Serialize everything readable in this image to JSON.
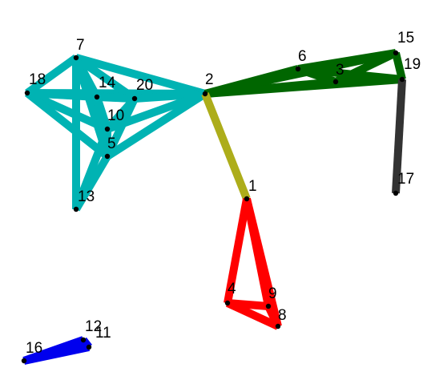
{
  "colors": {
    "background": "#ffffff",
    "node": "#000000",
    "cyan": "#00b3b3",
    "green": "#006600",
    "olive": "#adad1a",
    "red": "#ff0000",
    "dark": "#333333",
    "blue": "#0000ee"
  },
  "nodes": [
    {
      "id": "1",
      "label": "1"
    },
    {
      "id": "2",
      "label": "2"
    },
    {
      "id": "3",
      "label": "3"
    },
    {
      "id": "4",
      "label": "4"
    },
    {
      "id": "5",
      "label": "5"
    },
    {
      "id": "6",
      "label": "6"
    },
    {
      "id": "7",
      "label": "7"
    },
    {
      "id": "8",
      "label": "8"
    },
    {
      "id": "9",
      "label": "9"
    },
    {
      "id": "10",
      "label": "10"
    },
    {
      "id": "11",
      "label": "11"
    },
    {
      "id": "12",
      "label": "12"
    },
    {
      "id": "13",
      "label": "13"
    },
    {
      "id": "14",
      "label": "14"
    },
    {
      "id": "15",
      "label": "15"
    },
    {
      "id": "16",
      "label": "16"
    },
    {
      "id": "17",
      "label": "17"
    },
    {
      "id": "18",
      "label": "18"
    },
    {
      "id": "19",
      "label": "19"
    },
    {
      "id": "20",
      "label": "20"
    }
  ],
  "edges": [
    {
      "from": "7",
      "to": "2",
      "color": "cyan"
    },
    {
      "from": "18",
      "to": "2",
      "color": "cyan"
    },
    {
      "from": "14",
      "to": "2",
      "color": "cyan"
    },
    {
      "from": "20",
      "to": "2",
      "color": "cyan"
    },
    {
      "from": "10",
      "to": "2",
      "color": "cyan"
    },
    {
      "from": "5",
      "to": "2",
      "color": "cyan"
    },
    {
      "from": "7",
      "to": "18",
      "color": "cyan"
    },
    {
      "from": "7",
      "to": "14",
      "color": "cyan"
    },
    {
      "from": "7",
      "to": "20",
      "color": "cyan"
    },
    {
      "from": "7",
      "to": "10",
      "color": "cyan"
    },
    {
      "from": "7",
      "to": "5",
      "color": "cyan"
    },
    {
      "from": "7",
      "to": "13",
      "color": "cyan"
    },
    {
      "from": "18",
      "to": "14",
      "color": "cyan"
    },
    {
      "from": "18",
      "to": "10",
      "color": "cyan"
    },
    {
      "from": "18",
      "to": "5",
      "color": "cyan"
    },
    {
      "from": "18",
      "to": "20",
      "color": "cyan"
    },
    {
      "from": "14",
      "to": "20",
      "color": "cyan"
    },
    {
      "from": "14",
      "to": "10",
      "color": "cyan"
    },
    {
      "from": "14",
      "to": "5",
      "color": "cyan"
    },
    {
      "from": "20",
      "to": "10",
      "color": "cyan"
    },
    {
      "from": "20",
      "to": "5",
      "color": "cyan"
    },
    {
      "from": "10",
      "to": "5",
      "color": "cyan"
    },
    {
      "from": "10",
      "to": "13",
      "color": "cyan"
    },
    {
      "from": "5",
      "to": "13",
      "color": "cyan"
    },
    {
      "from": "2",
      "to": "6",
      "color": "green"
    },
    {
      "from": "2",
      "to": "3",
      "color": "green"
    },
    {
      "from": "2",
      "to": "15",
      "color": "green"
    },
    {
      "from": "2",
      "to": "19",
      "color": "green"
    },
    {
      "from": "6",
      "to": "3",
      "color": "green"
    },
    {
      "from": "6",
      "to": "15",
      "color": "green"
    },
    {
      "from": "6",
      "to": "19",
      "color": "green"
    },
    {
      "from": "3",
      "to": "15",
      "color": "green"
    },
    {
      "from": "3",
      "to": "19",
      "color": "green"
    },
    {
      "from": "15",
      "to": "19",
      "color": "green"
    },
    {
      "from": "19",
      "to": "17",
      "color": "dark"
    },
    {
      "from": "2",
      "to": "1",
      "color": "olive"
    },
    {
      "from": "1",
      "to": "4",
      "color": "red"
    },
    {
      "from": "1",
      "to": "9",
      "color": "red"
    },
    {
      "from": "1",
      "to": "8",
      "color": "red"
    },
    {
      "from": "4",
      "to": "9",
      "color": "red"
    },
    {
      "from": "4",
      "to": "8",
      "color": "red"
    },
    {
      "from": "9",
      "to": "8",
      "color": "red"
    },
    {
      "from": "16",
      "to": "12",
      "color": "blue"
    },
    {
      "from": "16",
      "to": "11",
      "color": "blue"
    },
    {
      "from": "12",
      "to": "11",
      "color": "blue"
    }
  ]
}
